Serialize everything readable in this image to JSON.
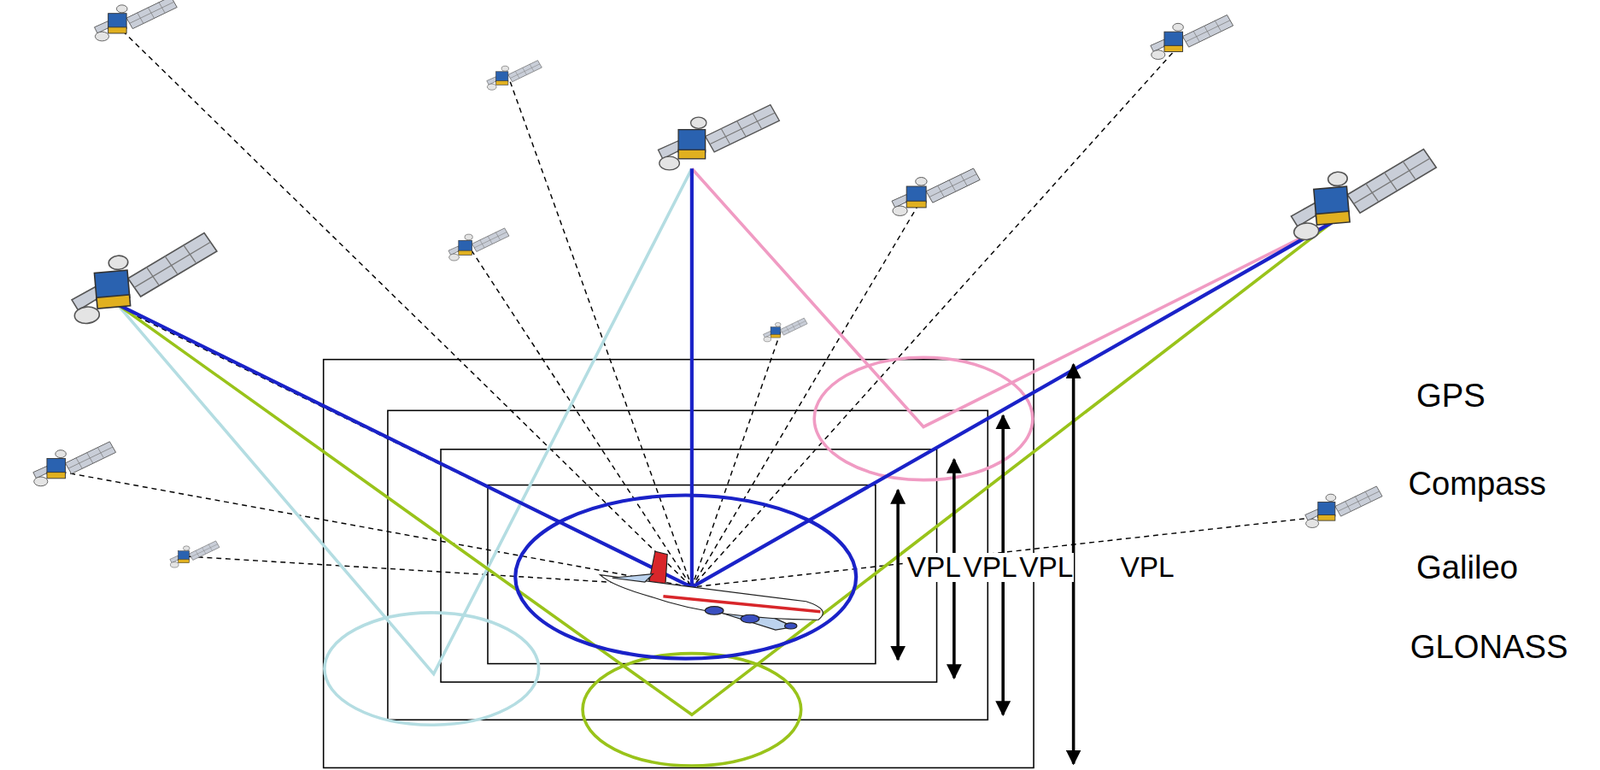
{
  "diagram": {
    "labels": [
      "VPL",
      "VPL",
      "VPL",
      "VPL",
      "GPS",
      "Compass",
      "Galileo",
      "GLONASS"
    ]
  }
}
